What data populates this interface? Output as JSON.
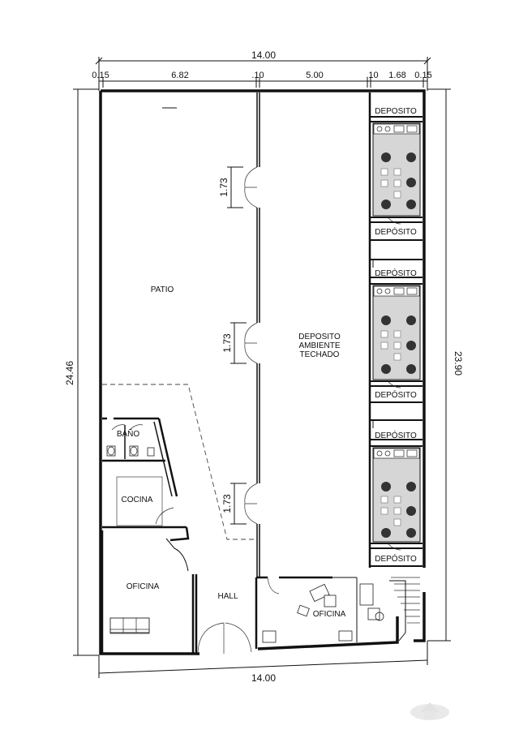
{
  "dimensions": {
    "top_total": "14.00",
    "top_segments": [
      "0.15",
      "6.82",
      ".10",
      "5.00",
      ".10",
      "1.68",
      "0.15"
    ],
    "bottom_total": "14.00",
    "left_total": "24.46",
    "right_total": "23.90",
    "door_width": "1.73"
  },
  "rooms": {
    "patio": "PATIO",
    "deposito_techado": [
      "DEPOSITO",
      "AMBIENTE",
      "TECHADO"
    ],
    "deposito": "DEPOSITO",
    "deposito_accent": "DEPÓSITO",
    "bano": "BAÑO",
    "cocina": "COCINA",
    "oficina_main": "OFICINA",
    "hall": "HALL",
    "oficina_small": "OFICINA"
  }
}
